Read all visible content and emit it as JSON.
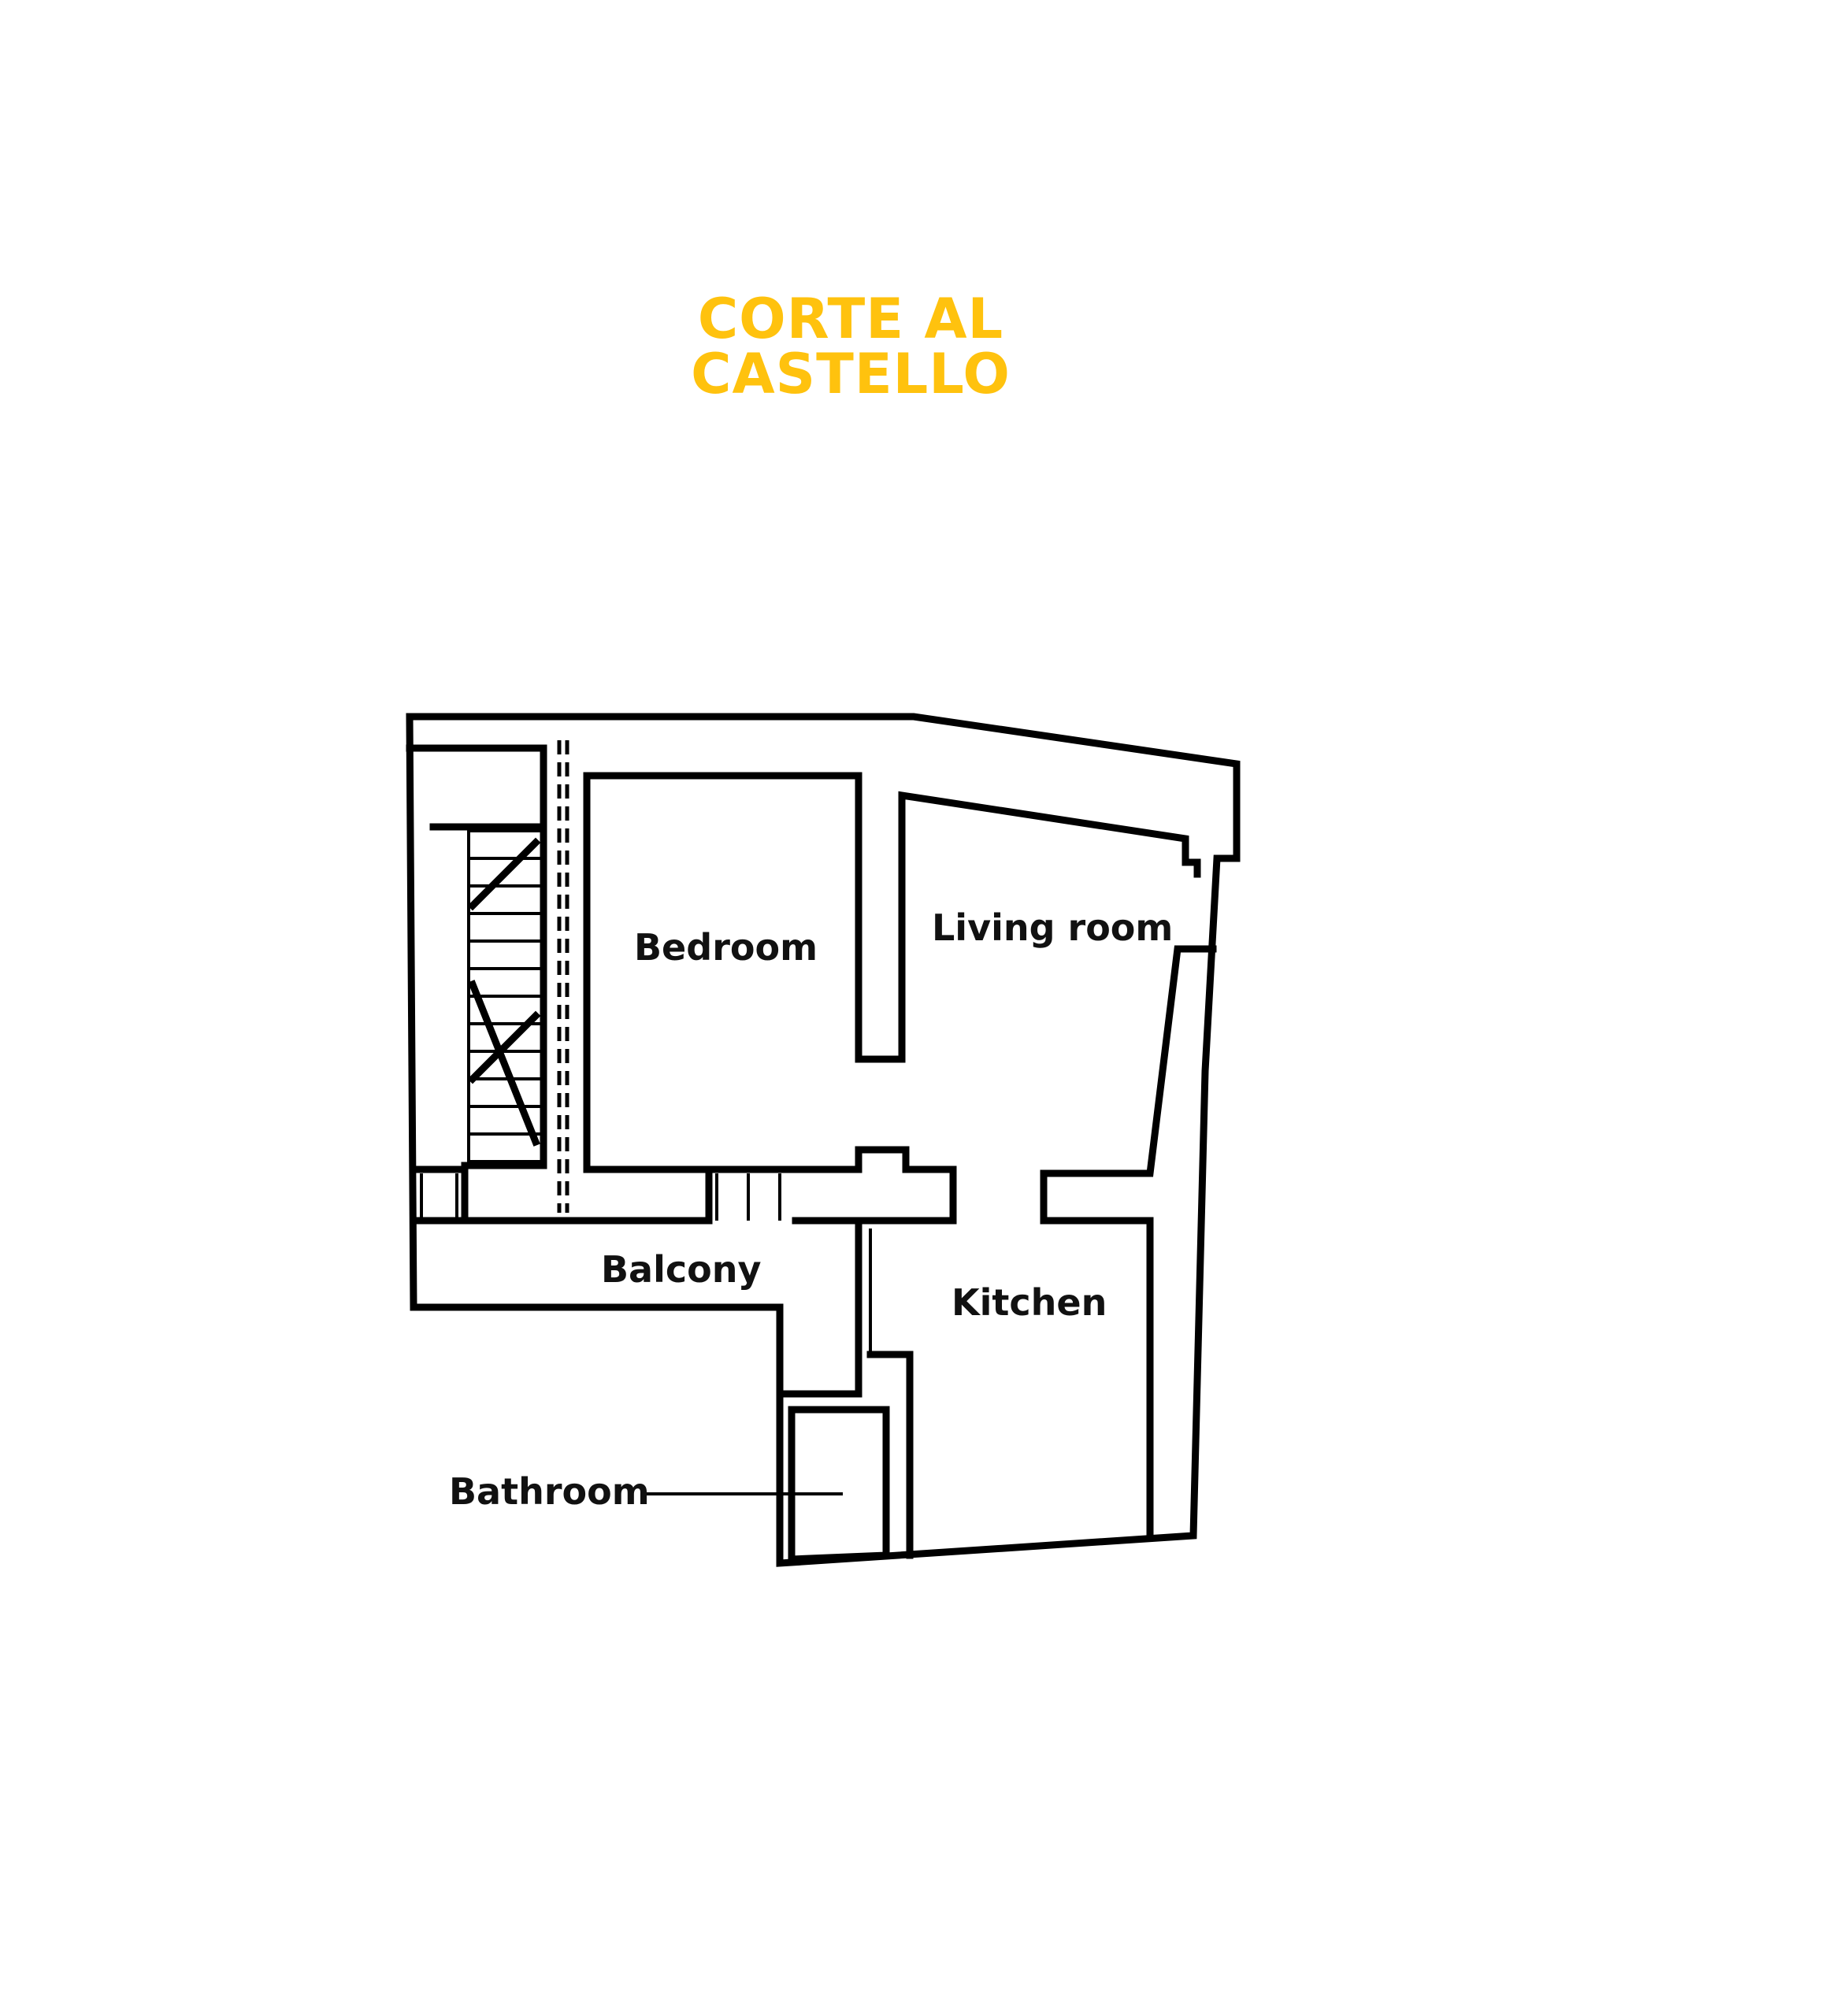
{
  "title": "CORTE AL CASTELLO",
  "colors": {
    "title": "#FFC20E",
    "wall": "#000000",
    "background": "#FFFFFF"
  },
  "rooms": {
    "bedroom": "Bedroom",
    "living_room": "Living room",
    "balcony": "Balcony",
    "kitchen": "Kitchen",
    "bathroom": "Bathroom"
  }
}
